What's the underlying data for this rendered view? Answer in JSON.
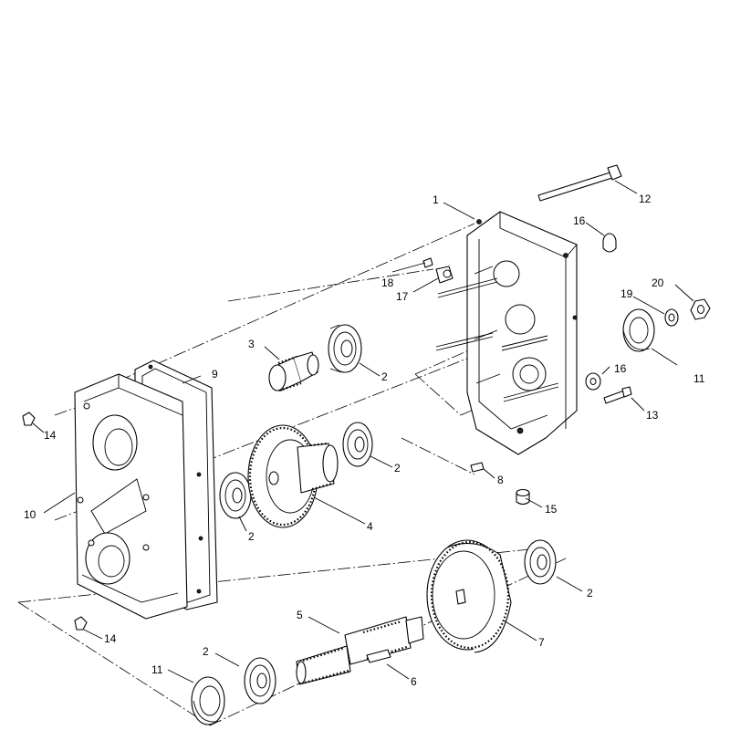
{
  "figure": {
    "callouts": [
      {
        "id": "c1",
        "label": "1"
      },
      {
        "id": "c2a",
        "label": "2"
      },
      {
        "id": "c2b",
        "label": "2"
      },
      {
        "id": "c2c",
        "label": "2"
      },
      {
        "id": "c2d",
        "label": "2"
      },
      {
        "id": "c2e",
        "label": "2"
      },
      {
        "id": "c3",
        "label": "3"
      },
      {
        "id": "c4",
        "label": "4"
      },
      {
        "id": "c5",
        "label": "5"
      },
      {
        "id": "c6",
        "label": "6"
      },
      {
        "id": "c7",
        "label": "7"
      },
      {
        "id": "c8",
        "label": "8"
      },
      {
        "id": "c9",
        "label": "9"
      },
      {
        "id": "c10",
        "label": "10"
      },
      {
        "id": "c11a",
        "label": "11"
      },
      {
        "id": "c11b",
        "label": "11"
      },
      {
        "id": "c12",
        "label": "12"
      },
      {
        "id": "c13",
        "label": "13"
      },
      {
        "id": "c14a",
        "label": "14"
      },
      {
        "id": "c14b",
        "label": "14"
      },
      {
        "id": "c15",
        "label": "15"
      },
      {
        "id": "c16a",
        "label": "16"
      },
      {
        "id": "c16b",
        "label": "16"
      },
      {
        "id": "c17",
        "label": "17"
      },
      {
        "id": "c18",
        "label": "18"
      },
      {
        "id": "c19",
        "label": "19"
      },
      {
        "id": "c20",
        "label": "20"
      }
    ]
  }
}
